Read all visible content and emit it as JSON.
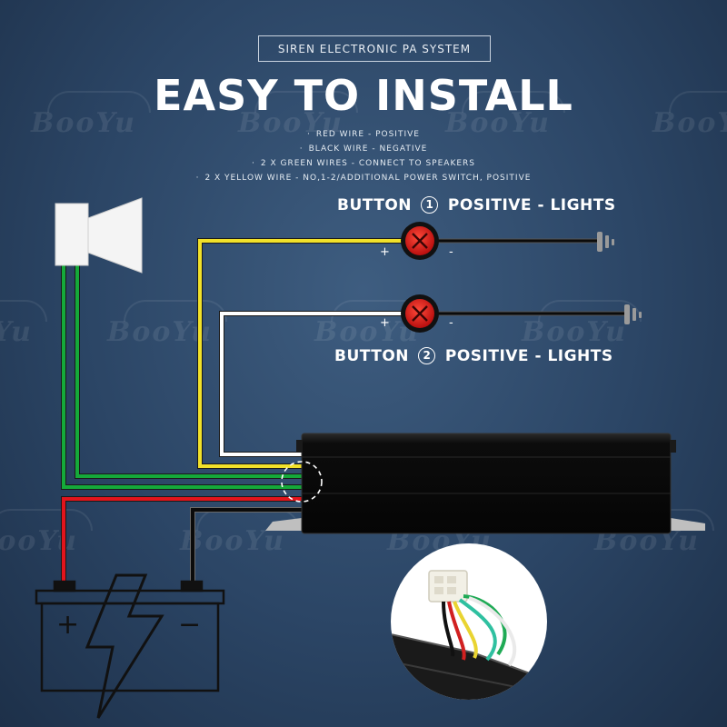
{
  "header": {
    "tagline": "SIREN ELECTRONIC PA SYSTEM",
    "title": "EASY TO INSTALL"
  },
  "bullets": [
    "RED WIRE - POSITIVE",
    "BLACK WIRE - NEGATIVE",
    "2 X GREEN WIRES - CONNECT TO SPEAKERS",
    "2 X YELLOW WIRE - NO,1-2/ADDITIONAL POWER SWITCH, POSITIVE"
  ],
  "button1": {
    "prefix": "BUTTON",
    "number": "1",
    "suffix": "POSITIVE - LIGHTS",
    "plus": "+",
    "minus": "-"
  },
  "button2": {
    "prefix": "BUTTON",
    "number": "2",
    "suffix": "POSITIVE - LIGHTS",
    "plus": "+",
    "minus": "-"
  },
  "battery": {
    "plus": "+",
    "minus": "−"
  },
  "watermark": "BooYu",
  "colors": {
    "red": "#e2141c",
    "black": "#0b0b0b",
    "green": "#15a93a",
    "yellow": "#f1e12a",
    "white": "#ffffff",
    "button_red": "#e02020",
    "background": "#2b4565"
  },
  "icons": [
    "speaker-icon",
    "battery-icon",
    "lightning-icon",
    "ground-icon",
    "button-light-icon"
  ]
}
